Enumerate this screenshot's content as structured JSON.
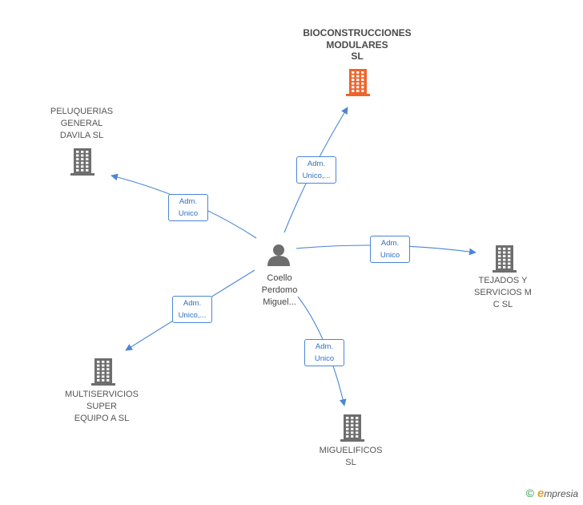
{
  "colors": {
    "edge": "#4a86d4",
    "building_main": "#f0642c",
    "building": "#6e6e6e",
    "person": "#6e6e6e"
  },
  "center": {
    "label": "Coello\nPerdomo\nMiguel...",
    "icon": "person-icon"
  },
  "companies": [
    {
      "id": "bioconstrucciones",
      "label": "BIOCONSTRUCCIONES\nMODULARES\nSL",
      "highlight": true,
      "relation": "Adm.\nUnico,...",
      "icon": "building-icon"
    },
    {
      "id": "peluquerias",
      "label": "PELUQUERIAS\nGENERAL\nDAVILA  SL",
      "highlight": false,
      "relation": "Adm.\nUnico",
      "icon": "building-icon"
    },
    {
      "id": "tejados",
      "label": "TEJADOS Y\nSERVICIOS M\nC SL",
      "highlight": false,
      "relation": "Adm.\nUnico",
      "icon": "building-icon"
    },
    {
      "id": "multiservicios",
      "label": "MULTISERVICIOS\nSUPER\nEQUIPO A  SL",
      "highlight": false,
      "relation": "Adm.\nUnico,...",
      "icon": "building-icon"
    },
    {
      "id": "miguelificos",
      "label": "MIGUELIFICOS\nSL",
      "highlight": false,
      "relation": "Adm.\nUnico",
      "icon": "building-icon"
    }
  ],
  "brand": {
    "copyright": "©",
    "initial": "e",
    "name": "mpresia"
  }
}
